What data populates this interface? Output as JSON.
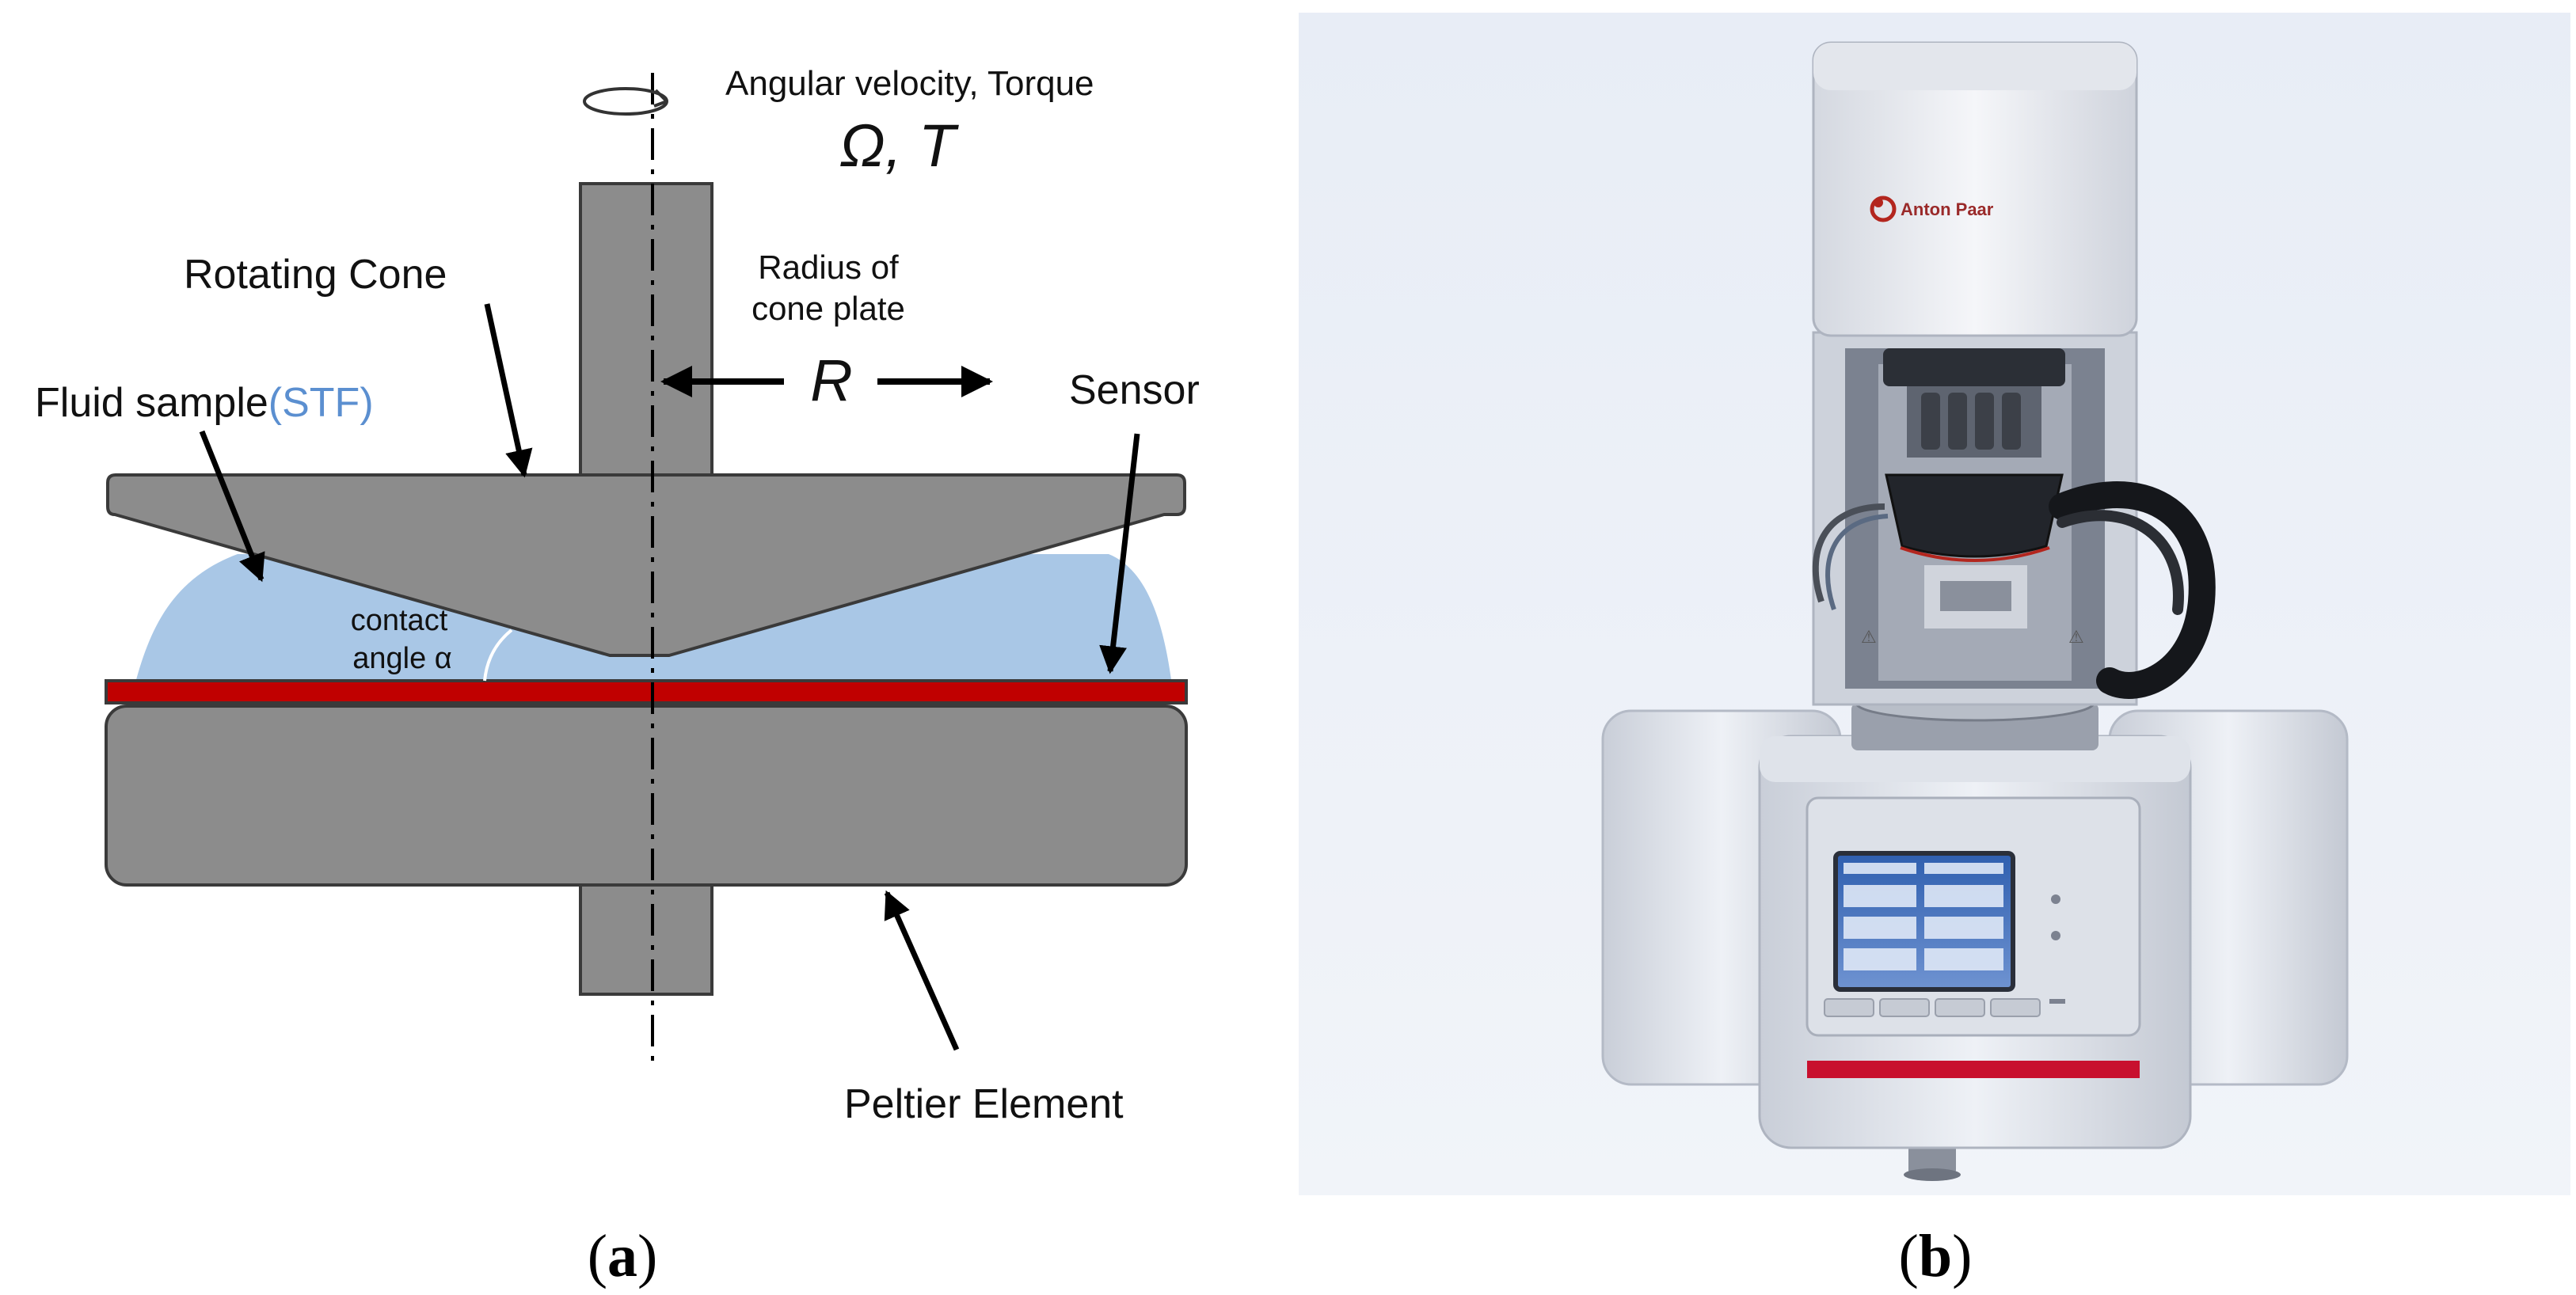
{
  "panel_a": {
    "top_label": "Angular velocity, Torque",
    "symbols": "Ω, T",
    "radius_line1": "Radius of",
    "radius_line2": "cone plate",
    "radius_symbol": "R",
    "rotating_cone": "Rotating Cone",
    "fluid_prefix": "Fluid sample",
    "fluid_suffix": "(STF)",
    "sensor": "Sensor",
    "contact_line1": "contact",
    "contact_line2": "angle α",
    "peltier": "Peltier Element",
    "colors": {
      "metal": "#8c8c8c",
      "fluid": "#a9c7e6",
      "sensor": "#c00000",
      "stf_text": "#5b8fd0"
    }
  },
  "panel_b": {
    "brand": "Anton Paar"
  },
  "captions": {
    "a": "(a)",
    "b": "(b)"
  }
}
